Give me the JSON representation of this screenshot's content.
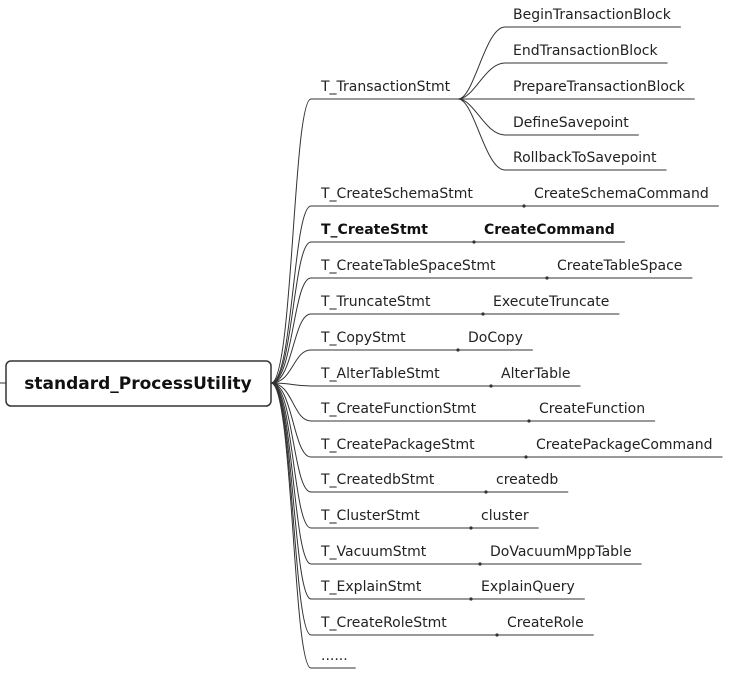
{
  "root": {
    "label": "standard_ProcessUtility"
  },
  "branches": [
    {
      "label": "T_TransactionStmt",
      "children": [
        "BeginTransactionBlock",
        "EndTransactionBlock",
        "PrepareTransactionBlock",
        "DefineSavepoint",
        "RollbackToSavepoint"
      ]
    },
    {
      "label": "T_CreateSchemaStmt",
      "children": [
        "CreateSchemaCommand"
      ]
    },
    {
      "label": "T_CreateStmt",
      "children": [
        "CreateCommand"
      ],
      "bold": true
    },
    {
      "label": "T_CreateTableSpaceStmt",
      "children": [
        "CreateTableSpace"
      ]
    },
    {
      "label": "T_TruncateStmt",
      "children": [
        "ExecuteTruncate"
      ]
    },
    {
      "label": "T_CopyStmt",
      "children": [
        "DoCopy"
      ]
    },
    {
      "label": "T_AlterTableStmt",
      "children": [
        "AlterTable"
      ]
    },
    {
      "label": "T_CreateFunctionStmt",
      "children": [
        "CreateFunction"
      ]
    },
    {
      "label": "T_CreatePackageStmt",
      "children": [
        "CreatePackageCommand"
      ]
    },
    {
      "label": "T_CreatedbStmt",
      "children": [
        "createdb"
      ]
    },
    {
      "label": "T_ClusterStmt",
      "children": [
        "cluster"
      ]
    },
    {
      "label": "T_VacuumStmt",
      "children": [
        "DoVacuumMppTable"
      ]
    },
    {
      "label": "T_ExplainStmt",
      "children": [
        "ExplainQuery"
      ]
    },
    {
      "label": "T_CreateRoleStmt",
      "children": [
        "CreateRole"
      ]
    },
    {
      "label": "......",
      "children": []
    }
  ],
  "colors": {
    "line": "#333333",
    "text": "#222222",
    "root_border": "#333333"
  }
}
